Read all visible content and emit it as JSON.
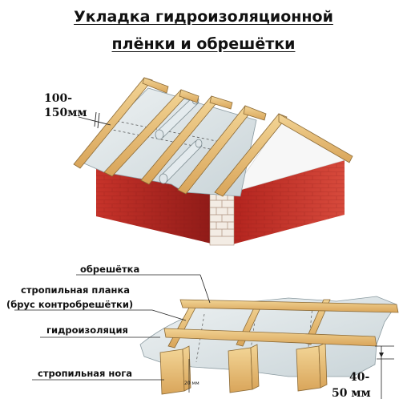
{
  "title": {
    "line1": "Укладка гидроизоляционной",
    "line2": "плёнки и обрешётки"
  },
  "overlap": {
    "line1": "100-",
    "line2": "150мм"
  },
  "labels": {
    "lathing": "обрешётка",
    "batten_1": "стропильная планка",
    "batten_2": "(брус контробрешётки)",
    "membrane": "гидроизоляция",
    "rafter": "стропильная нога"
  },
  "gap": {
    "small": "20 мм",
    "line1": "40-",
    "line2": "50 мм"
  },
  "colors": {
    "wood": "#e8c07a",
    "brick": "#b5231f",
    "membrane": "#d9e2e5"
  }
}
